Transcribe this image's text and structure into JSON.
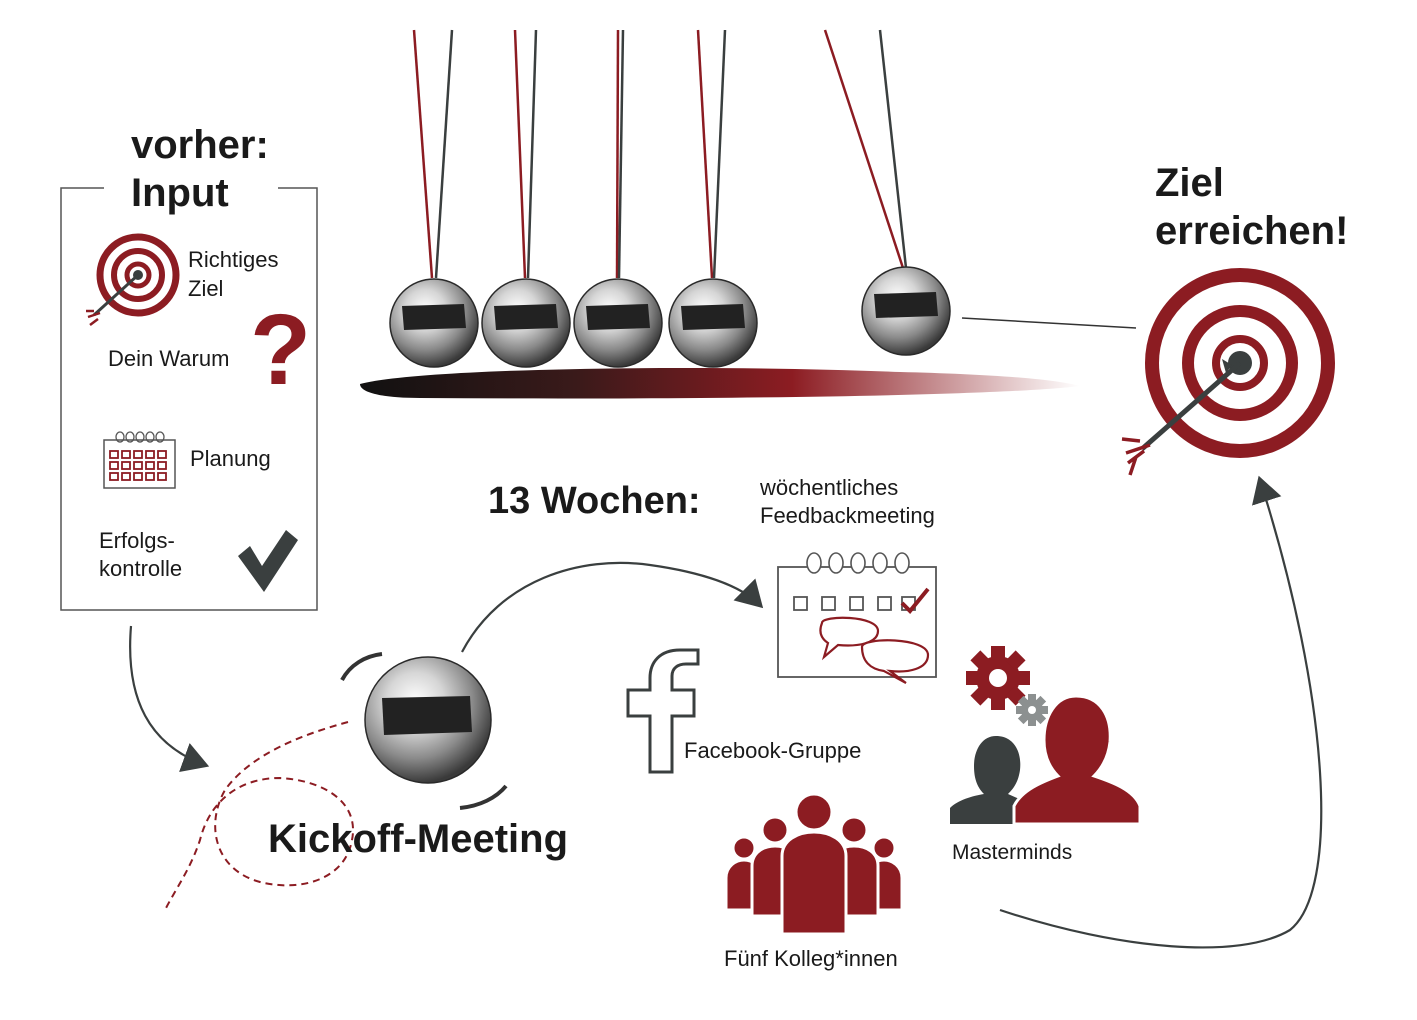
{
  "colors": {
    "accent": "#8c1c22",
    "dark": "#3a3f3f",
    "line": "#555555"
  },
  "input_panel": {
    "heading_line1": "vorher:",
    "heading_line2": "Input",
    "items": [
      {
        "label_line1": "Richtiges",
        "label_line2": "Ziel",
        "icon": "target-icon"
      },
      {
        "label_line1": "Dein Warum",
        "label_line2": "",
        "icon": "question-mark-icon"
      },
      {
        "label_line1": "Planung",
        "label_line2": "",
        "icon": "calendar-icon"
      },
      {
        "label_line1": "Erfolgs-",
        "label_line2": "kontrolle",
        "icon": "checkmark-icon"
      }
    ],
    "question_glyph": "?"
  },
  "goal": {
    "line1": "Ziel",
    "line2": "erreichen!"
  },
  "kickoff": {
    "label": "Kickoff-Meeting"
  },
  "program": {
    "duration": "13 Wochen:",
    "weekly_line1": "wöchentliches",
    "weekly_line2": "Feedbackmeeting",
    "facebook": "Facebook-Gruppe",
    "facebook_glyph": "f",
    "masterminds": "Masterminds",
    "colleagues": "Fünf Kolleg*innen"
  }
}
